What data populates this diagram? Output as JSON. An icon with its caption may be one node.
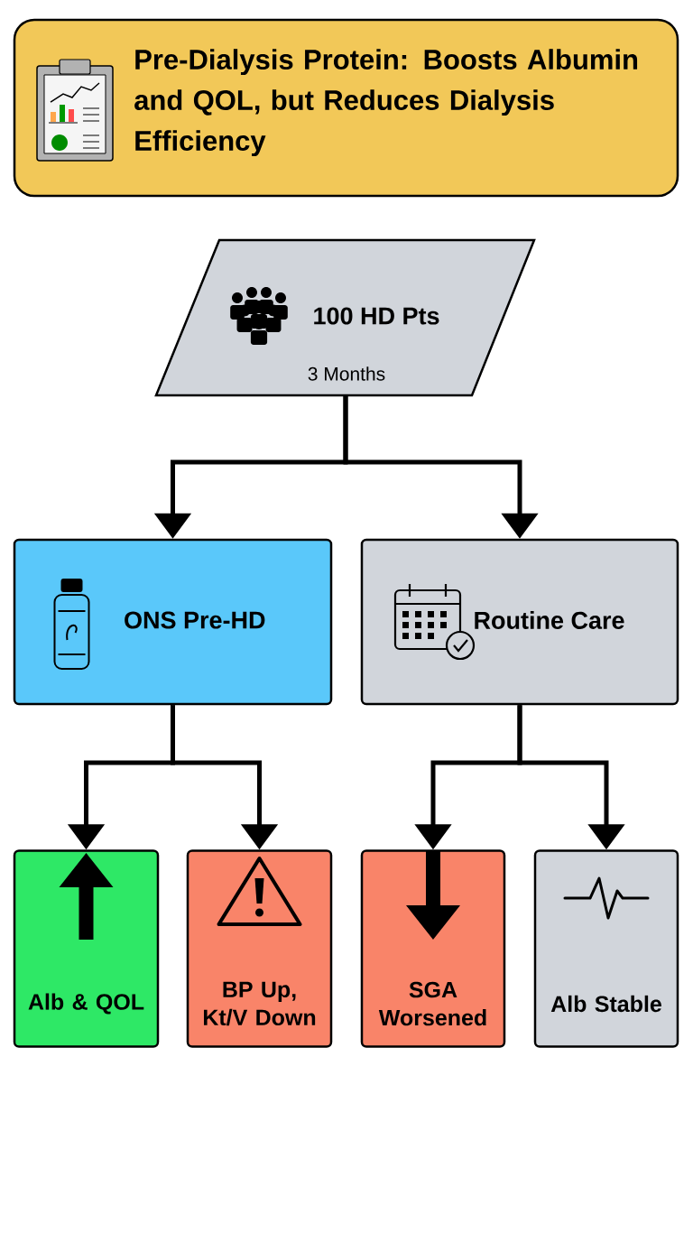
{
  "diagram": {
    "title": "Pre-Dialysis Protein: Boosts Albumin and QOL, but Reduces Dialysis Efficiency",
    "nodes": [
      {
        "text": [
          "100 HD Pts",
          "3 Months"
        ]
      },
      {
        "text": [
          "ONS Pre-HD"
        ]
      },
      {
        "text": [
          "Routine Care"
        ]
      },
      {
        "text": [
          "Alb & QOL"
        ]
      },
      {
        "text": [
          "BP Up, Kt/V Down"
        ]
      },
      {
        "text": [
          "SGA Worsened"
        ]
      },
      {
        "text": [
          "Alb Stable"
        ]
      }
    ],
    "edges": [
      {
        "from": 0,
        "to": 1,
        "arrow": "to"
      },
      {
        "from": 0,
        "to": 2,
        "arrow": "to"
      },
      {
        "from": 1,
        "to": 3,
        "arrow": "to"
      },
      {
        "from": 1,
        "to": 4,
        "arrow": "to"
      },
      {
        "from": 2,
        "to": 5,
        "arrow": "to"
      },
      {
        "from": 2,
        "to": 6,
        "arrow": "to"
      }
    ]
  }
}
